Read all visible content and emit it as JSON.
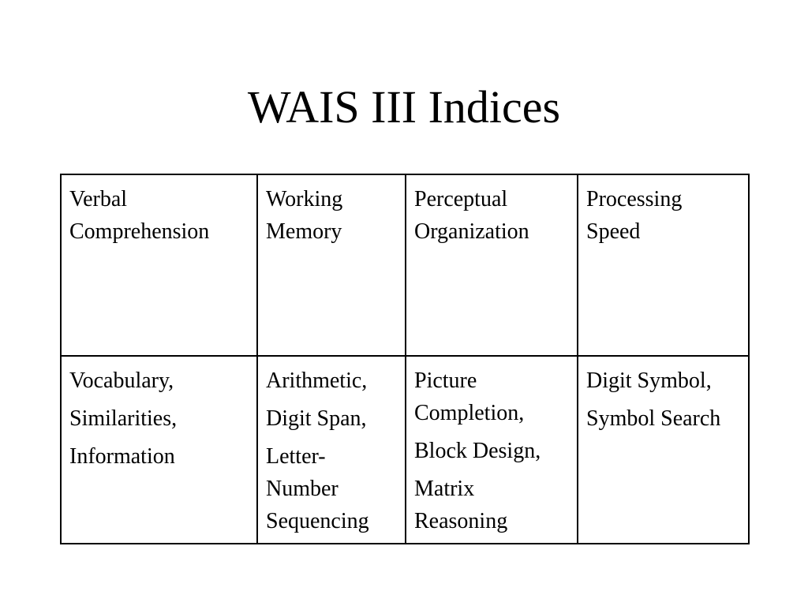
{
  "slide": {
    "title": "WAIS III Indices"
  },
  "table": {
    "headers": [
      "Verbal Comprehension",
      "Working Memory",
      "Perceptual Organization",
      "Processing Speed"
    ],
    "subtests": [
      [
        "Vocabulary,",
        "Similarities,",
        "Information"
      ],
      [
        "Arithmetic,",
        "Digit Span,",
        "Letter-Number Sequencing"
      ],
      [
        "Picture Completion,",
        "Block Design,",
        "Matrix Reasoning"
      ],
      [
        "Digit Symbol,",
        "Symbol Search"
      ]
    ]
  }
}
